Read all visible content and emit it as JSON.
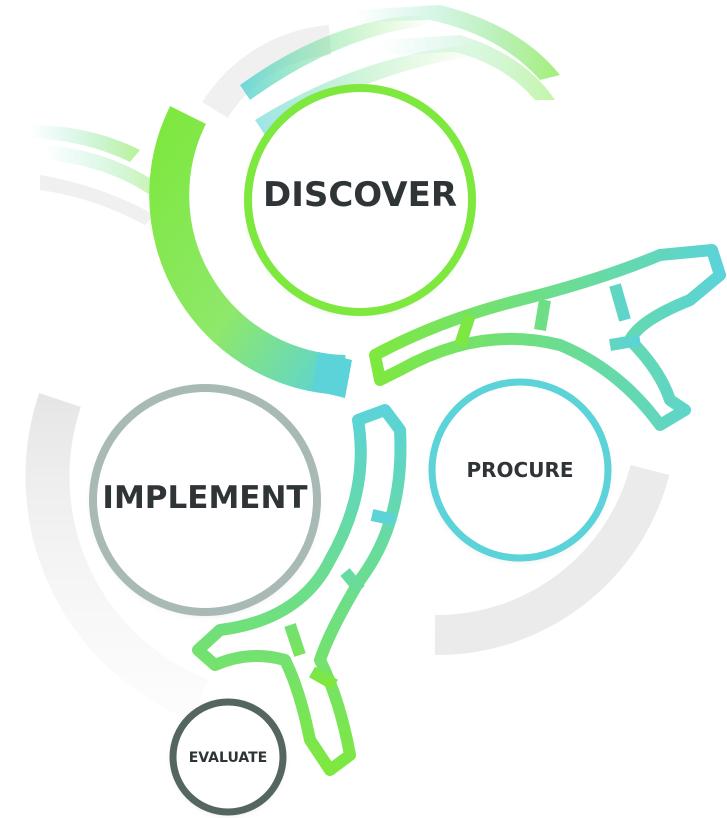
{
  "stages": {
    "discover": "DISCOVER",
    "implement": "IMPLEMENT",
    "procure": "PROCURE",
    "evaluate": "EVALUATE"
  },
  "colors": {
    "green": "#7ee83f",
    "teal": "#5bd3d8",
    "gray": "#a9bab6",
    "dark_gray": "#55655f",
    "light_gray": "#e9e9e9",
    "text": "#2f3437"
  }
}
